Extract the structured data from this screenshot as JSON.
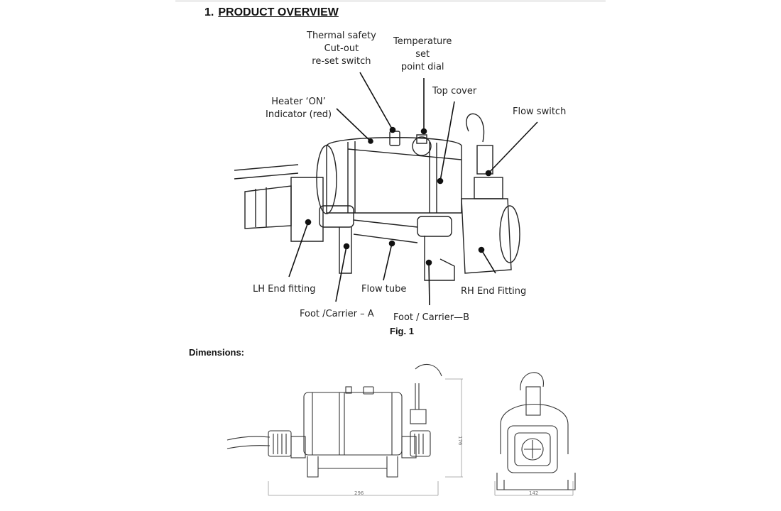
{
  "section": {
    "number": "1.",
    "title": "PRODUCT OVERVIEW"
  },
  "labels": {
    "thermal_safety": [
      "Thermal safety",
      "Cut-out",
      "re-set switch"
    ],
    "temperature_dial": [
      "Temperature",
      "set",
      "point dial"
    ],
    "top_cover": "Top cover",
    "heater_on": [
      "Heater ‘ON’",
      "Indicator (red)"
    ],
    "flow_switch": "Flow switch",
    "lh_end_fitting": "LH End fitting",
    "flow_tube": "Flow tube",
    "rh_end_fitting": "RH End Fitting",
    "foot_a": "Foot /Carrier – A",
    "foot_b": "Foot / Carrier—B"
  },
  "figure_caption": "Fig. 1",
  "dimensions": {
    "heading": "Dimensions:",
    "length": "296",
    "height": "176",
    "width": "142"
  }
}
